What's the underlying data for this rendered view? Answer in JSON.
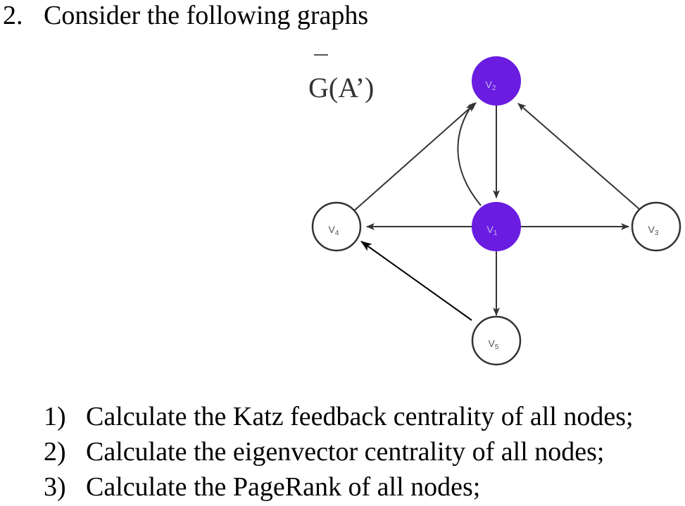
{
  "question": {
    "number": "2.",
    "prompt": "Consider the following graphs"
  },
  "graph": {
    "label": "G(A’)",
    "nodes": [
      {
        "id": "v1",
        "name": "V",
        "sub": "1",
        "fill": "#6a1de0",
        "text_color": "#c9b3ef",
        "ring": "#6a1de0"
      },
      {
        "id": "v2",
        "name": "V",
        "sub": "2",
        "fill": "#6a1de0",
        "text_color": "#c9b3ef",
        "ring": "#6a1de0"
      },
      {
        "id": "v3",
        "name": "V",
        "sub": "3",
        "fill": "#ffffff",
        "text_color": "#555555",
        "ring": "#333333"
      },
      {
        "id": "v4",
        "name": "V",
        "sub": "4",
        "fill": "#ffffff",
        "text_color": "#555555",
        "ring": "#333333"
      },
      {
        "id": "v5",
        "name": "V",
        "sub": "5",
        "fill": "#ffffff",
        "text_color": "#555555",
        "ring": "#333333"
      }
    ],
    "edges": [
      {
        "from": "v2",
        "to": "v1"
      },
      {
        "from": "v1",
        "to": "v2"
      },
      {
        "from": "v4",
        "to": "v2"
      },
      {
        "from": "v3",
        "to": "v2"
      },
      {
        "from": "v1",
        "to": "v4"
      },
      {
        "from": "v1",
        "to": "v3"
      },
      {
        "from": "v1",
        "to": "v5"
      },
      {
        "from": "v5",
        "to": "v4"
      }
    ],
    "edge_color": "#333333"
  },
  "tasks": [
    {
      "number": "1)",
      "text": "Calculate the Katz feedback centrality of all nodes;"
    },
    {
      "number": "2)",
      "text": "Calculate the eigenvector centrality of all nodes;"
    },
    {
      "number": "3)",
      "text": "Calculate the PageRank of all nodes;"
    }
  ]
}
